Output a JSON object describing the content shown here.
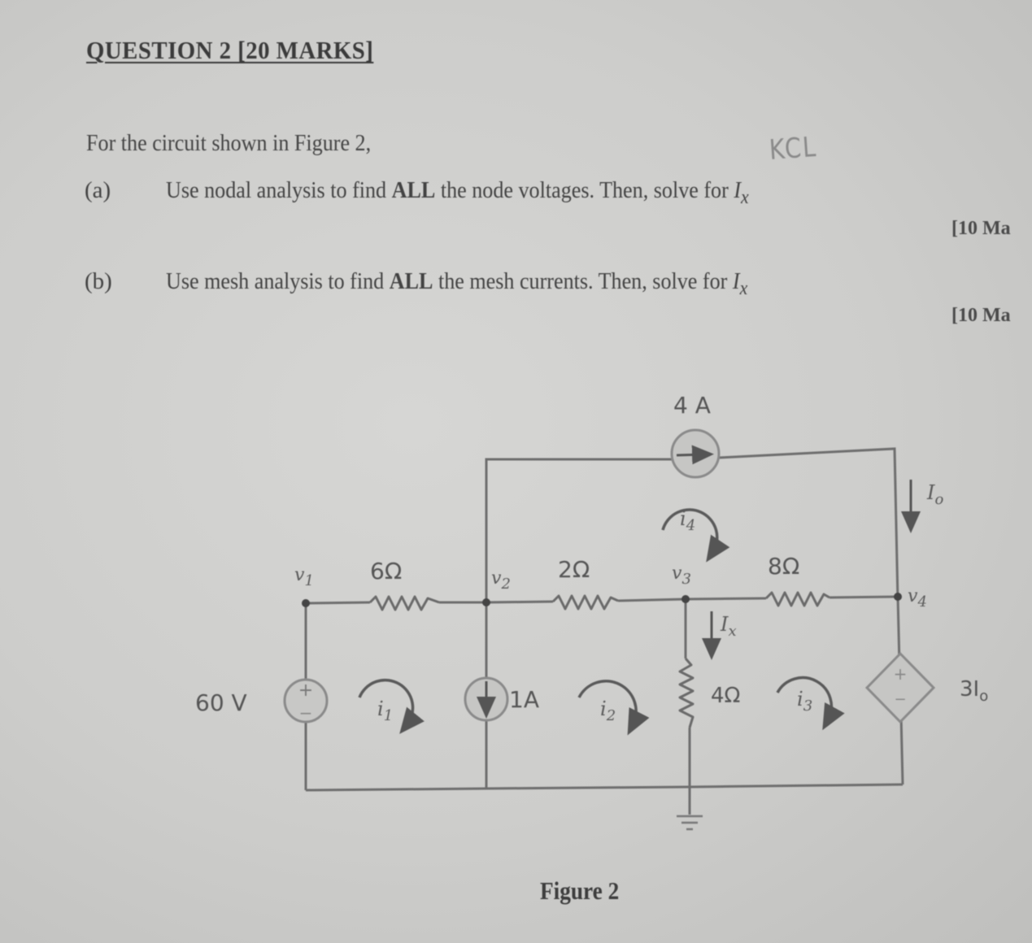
{
  "question": {
    "title": "QUESTION 2 [20 MARKS]",
    "intro": "For the circuit shown in Figure 2,",
    "handwritten_note": "KCL",
    "parts": [
      {
        "label": "(a)",
        "text_before": "Use nodal analysis to find ",
        "text_bold": "ALL",
        "text_after": " the node voltages. Then, solve for ",
        "variable": "I",
        "variable_sub": "x",
        "marks": "[10 Ma"
      },
      {
        "label": "(b)",
        "text_before": "Use mesh analysis to find ",
        "text_bold": "ALL",
        "text_after": " the mesh currents. Then, solve for ",
        "variable": "I",
        "variable_sub": "x",
        "marks": "[10 Ma"
      }
    ]
  },
  "figure": {
    "caption": "Figure 2",
    "sources": {
      "voltage_source": "60 V",
      "current_source_top": "4 A",
      "current_source_mid": "1A",
      "dependent_source": "3I",
      "dependent_source_sub": "o"
    },
    "resistors": {
      "r1": "6Ω",
      "r2": "2Ω",
      "r3": "8Ω",
      "r4": "4Ω"
    },
    "nodes": {
      "v1": "v",
      "v1_sub": "1",
      "v2": "v",
      "v2_sub": "2",
      "v3": "v",
      "v3_sub": "3",
      "v4": "v",
      "v4_sub": "4"
    },
    "mesh_currents": {
      "i1": "i",
      "i1_sub": "1",
      "i2": "i",
      "i2_sub": "2",
      "i3": "i",
      "i3_sub": "3",
      "i4": "i",
      "i4_sub": "4"
    },
    "branch_currents": {
      "ix": "I",
      "ix_sub": "x",
      "io": "I",
      "io_sub": "o"
    },
    "polarity": {
      "plus": "+",
      "minus": "−"
    }
  }
}
